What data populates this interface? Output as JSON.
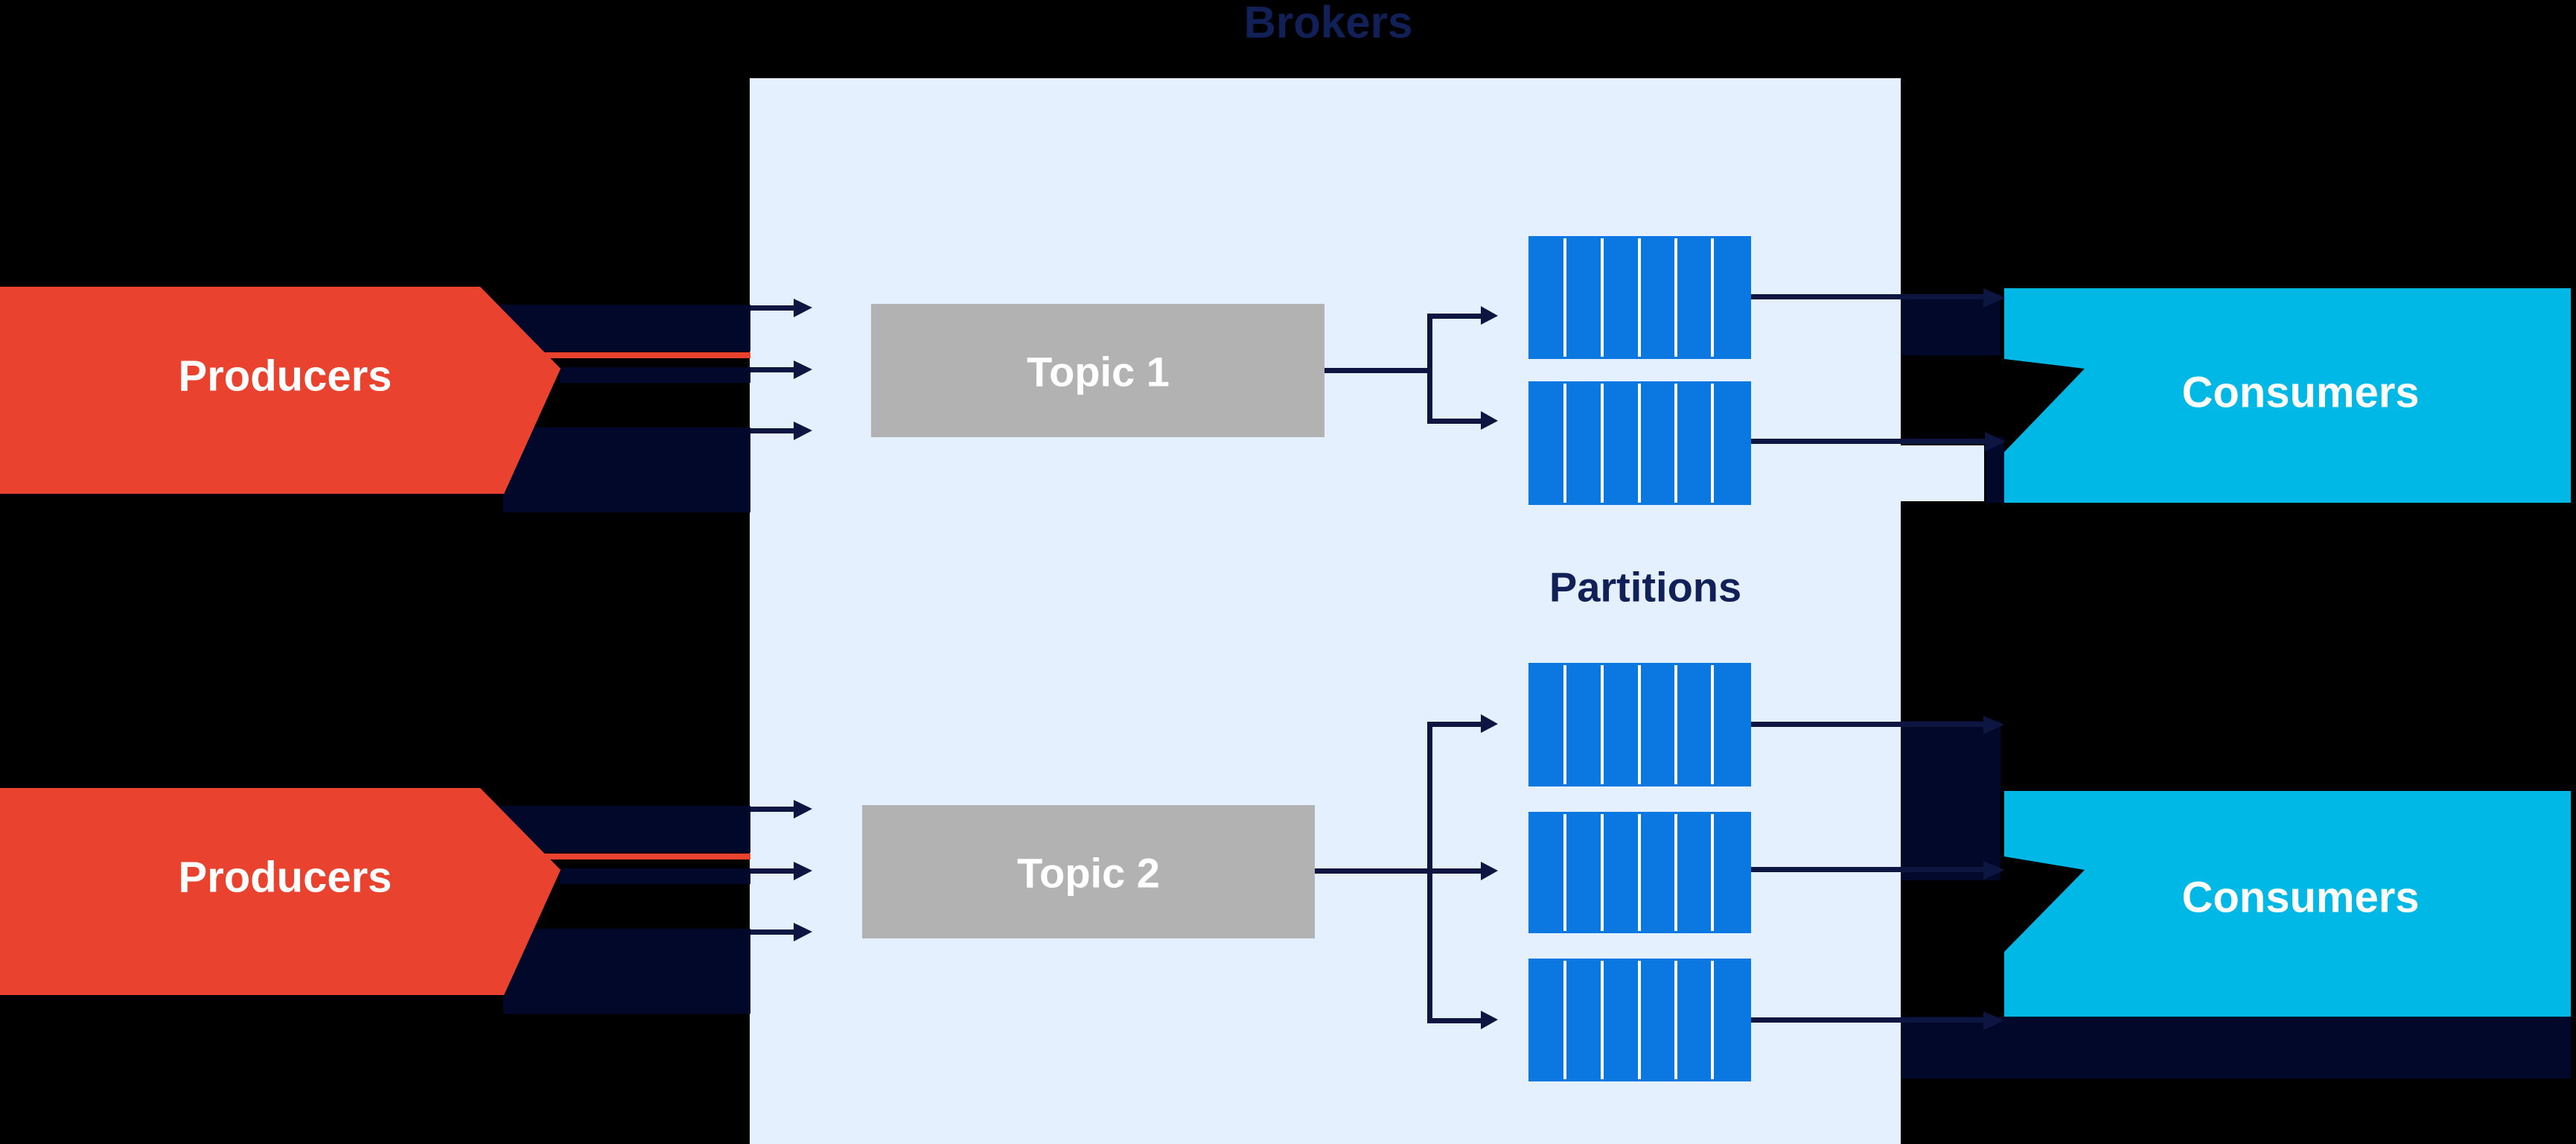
{
  "title": "Brokers",
  "partitions_label": "Partitions",
  "producers": [
    {
      "label": "Producers"
    },
    {
      "label": "Producers"
    }
  ],
  "consumers": [
    {
      "label": "Consumers"
    },
    {
      "label": "Consumers"
    }
  ],
  "topics": [
    {
      "label": "Topic 1",
      "partition_count": 2
    },
    {
      "label": "Topic 2",
      "partition_count": 3
    }
  ],
  "colors": {
    "background": "#000000",
    "brokers_panel": "#E4F0FD",
    "producer_red": "#E94330",
    "topic_gray": "#B2B2B2",
    "partition_blue": "#0B78E2",
    "partition_stripe": "#FFFFFF",
    "consumer_cyan": "#00B8E5",
    "stream_block_navy": "#02082A",
    "connector_navy": "#0D1640",
    "heading_navy": "#122058",
    "label_white": "#FFFFFF"
  }
}
